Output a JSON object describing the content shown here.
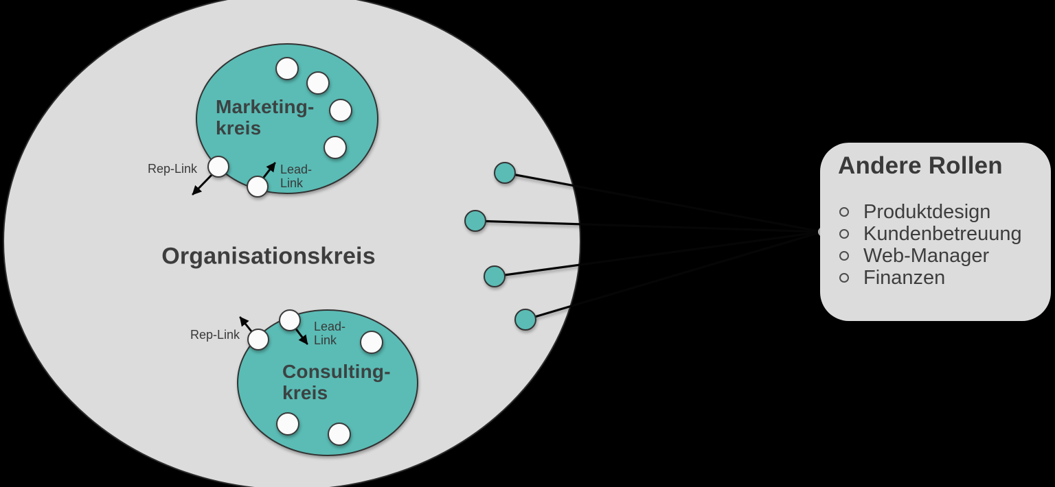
{
  "diagram": {
    "org_circle": {
      "label": "Organisationskreis"
    },
    "marketing_circle": {
      "label_line1": "Marketing-",
      "label_line2": "kreis",
      "rep_link_label": "Rep-Link",
      "lead_link_label_line1": "Lead-",
      "lead_link_label_line2": "Link"
    },
    "consulting_circle": {
      "label_line1": "Consulting-",
      "label_line2": "kreis",
      "rep_link_label": "Rep-Link",
      "lead_link_label_line1": "Lead-",
      "lead_link_label_line2": "Link"
    },
    "other_roles_panel": {
      "title": "Andere Rollen",
      "items": [
        "Produktdesign",
        "Kundenbetreuung",
        "Web-Manager",
        "Finanzen"
      ]
    },
    "colors": {
      "background": "#000000",
      "org_circle_fill": "#dcdcdc",
      "sub_circle_fill": "#5abcb5",
      "role_circle_fill": "#fbfbfb",
      "outline": "#333333",
      "connector": "#060606",
      "text": "#3d3d3d",
      "panel_fill": "#dcdcdc"
    }
  }
}
